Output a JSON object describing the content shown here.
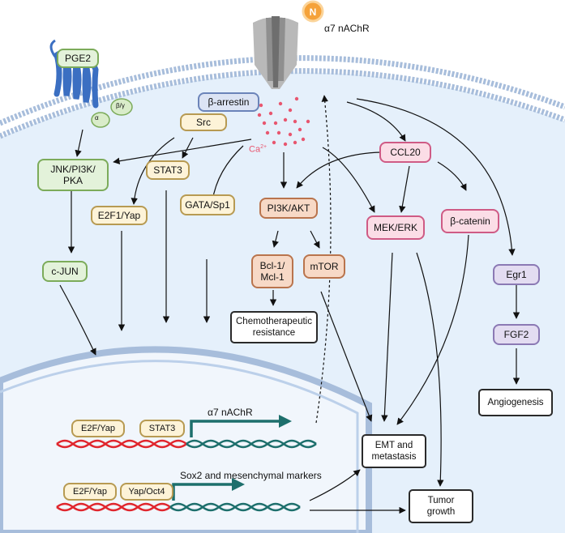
{
  "receptor": {
    "label": "α7 nAChR",
    "ligand": "N"
  },
  "pge2": {
    "label": "PGE2",
    "alpha": "α",
    "betagamma": "β/γ"
  },
  "calcium": {
    "base": "Ca",
    "sup": "2+"
  },
  "nodes": {
    "beta_arrestin": "β-arrestin",
    "src": "Src",
    "jnk": "JNK/PI3K/\nPKA",
    "stat3": "STAT3",
    "e2f1_yap": "E2F1/Yap",
    "gata_sp1": "GATA/Sp1",
    "pi3k_akt": "PI3K/AKT",
    "ccl20": "CCL20",
    "mek_erk": "MEK/ERK",
    "beta_catenin": "β-catenin",
    "bcl1": "Bcl-1/\nMcl-1",
    "mtor": "mTOR",
    "cjun": "c-JUN",
    "egr1": "Egr1",
    "fgf2": "FGF2"
  },
  "outcomes": {
    "chemo": "Chemotherapeutic\nresistance",
    "angio": "Angiogenesis",
    "emt": "EMT and\nmetastasis",
    "tumor": "Tumor\ngrowth"
  },
  "nucleus": {
    "gene1_label": "α7 nAChR",
    "gene2_label": "Sox2 and mesenchymal markers",
    "tf_e2f_yap_1": "E2F/Yap",
    "tf_stat3": "STAT3",
    "tf_e2f_yap_2": "E2F/Yap",
    "tf_yap_oct4": "Yap/Oct4"
  },
  "colors": {
    "cytoplasm": "#e5f0fb",
    "nucleus": "#f1f6fc",
    "membrane": "#a7bddb",
    "dna_red": "#e0262d",
    "dna_teal": "#1d6f6c",
    "ligand": "#f5a23a",
    "calcium": "#e8566f"
  }
}
